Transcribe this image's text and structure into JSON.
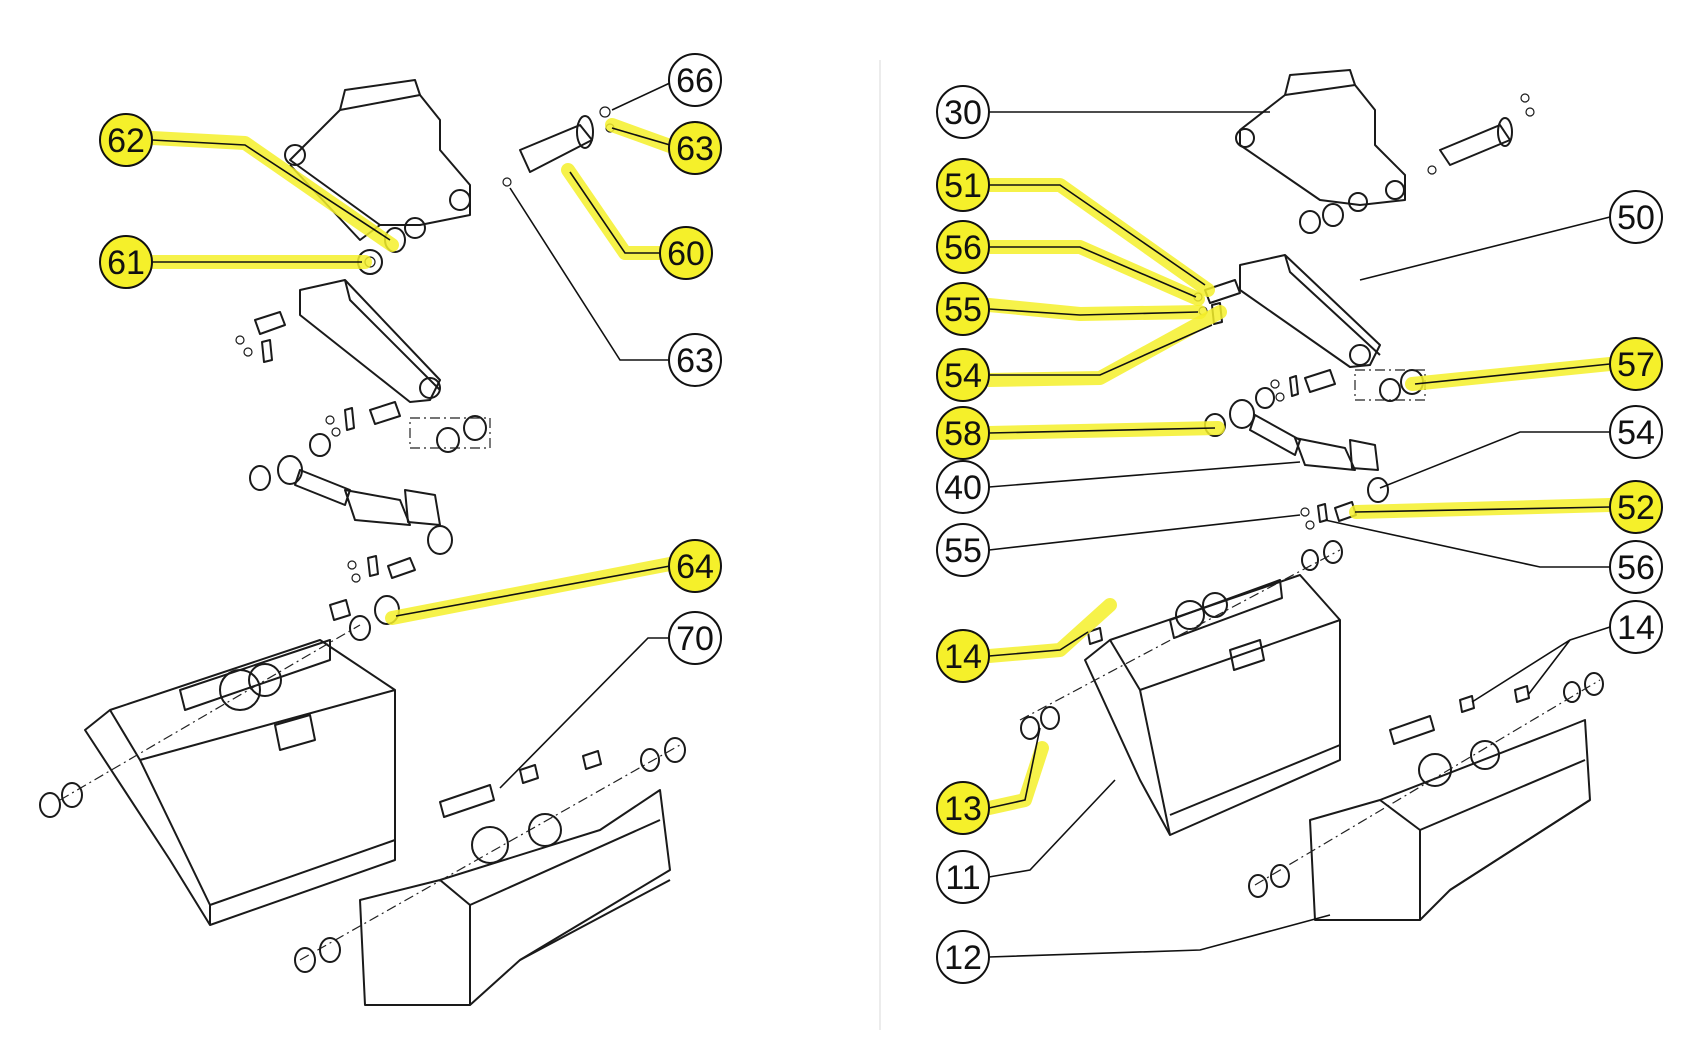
{
  "title": "Exploded parts diagram - bucket attachment with tilt cylinder",
  "colors": {
    "highlight": "#f5f02a",
    "ink": "#111111",
    "background": "#ffffff"
  },
  "panels": [
    {
      "name": "left",
      "callouts": [
        {
          "label": "66",
          "highlighted": false
        },
        {
          "label": "62",
          "highlighted": true
        },
        {
          "label": "63",
          "highlighted": true
        },
        {
          "label": "60",
          "highlighted": true
        },
        {
          "label": "61",
          "highlighted": true
        },
        {
          "label": "63",
          "highlighted": false
        },
        {
          "label": "64",
          "highlighted": true
        },
        {
          "label": "70",
          "highlighted": false
        }
      ]
    },
    {
      "name": "right",
      "callouts": [
        {
          "label": "30",
          "highlighted": false
        },
        {
          "label": "51",
          "highlighted": true
        },
        {
          "label": "50",
          "highlighted": false
        },
        {
          "label": "56",
          "highlighted": true
        },
        {
          "label": "55",
          "highlighted": true
        },
        {
          "label": "54",
          "highlighted": true
        },
        {
          "label": "57",
          "highlighted": true
        },
        {
          "label": "58",
          "highlighted": true
        },
        {
          "label": "54",
          "highlighted": false
        },
        {
          "label": "40",
          "highlighted": false
        },
        {
          "label": "52",
          "highlighted": true
        },
        {
          "label": "55",
          "highlighted": false
        },
        {
          "label": "56",
          "highlighted": false
        },
        {
          "label": "14",
          "highlighted": true
        },
        {
          "label": "14",
          "highlighted": false
        },
        {
          "label": "13",
          "highlighted": true
        },
        {
          "label": "11",
          "highlighted": false
        },
        {
          "label": "12",
          "highlighted": false
        }
      ]
    }
  ]
}
